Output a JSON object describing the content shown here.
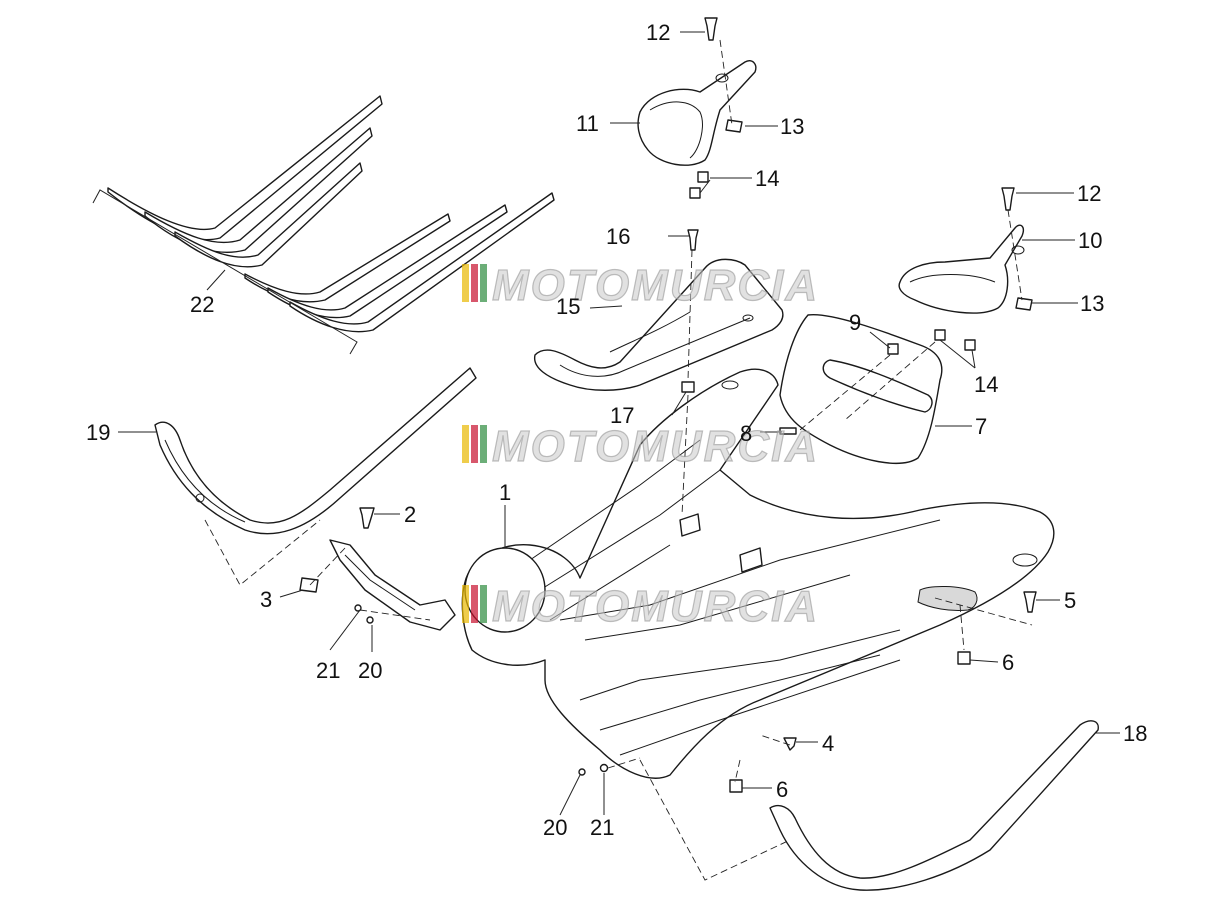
{
  "watermark": {
    "text": "MOTOMURCIA",
    "stripe_colors": [
      "#e8b800",
      "#c8102e",
      "#2e8b3e",
      "#e8b800"
    ]
  },
  "callouts": [
    {
      "id": "c1",
      "label": "1"
    },
    {
      "id": "c2",
      "label": "2"
    },
    {
      "id": "c3",
      "label": "3"
    },
    {
      "id": "c4",
      "label": "4"
    },
    {
      "id": "c5",
      "label": "5"
    },
    {
      "id": "c6a",
      "label": "6"
    },
    {
      "id": "c6b",
      "label": "6"
    },
    {
      "id": "c7",
      "label": "7"
    },
    {
      "id": "c8",
      "label": "8"
    },
    {
      "id": "c9",
      "label": "9"
    },
    {
      "id": "c10",
      "label": "10"
    },
    {
      "id": "c11",
      "label": "11"
    },
    {
      "id": "c12a",
      "label": "12"
    },
    {
      "id": "c12b",
      "label": "12"
    },
    {
      "id": "c13a",
      "label": "13"
    },
    {
      "id": "c13b",
      "label": "13"
    },
    {
      "id": "c14a",
      "label": "14"
    },
    {
      "id": "c14b",
      "label": "14"
    },
    {
      "id": "c15",
      "label": "15"
    },
    {
      "id": "c16",
      "label": "16"
    },
    {
      "id": "c17",
      "label": "17"
    },
    {
      "id": "c18",
      "label": "18"
    },
    {
      "id": "c19",
      "label": "19"
    },
    {
      "id": "c20a",
      "label": "20"
    },
    {
      "id": "c20b",
      "label": "20"
    },
    {
      "id": "c21a",
      "label": "21"
    },
    {
      "id": "c21b",
      "label": "21"
    },
    {
      "id": "c22",
      "label": "22"
    }
  ]
}
